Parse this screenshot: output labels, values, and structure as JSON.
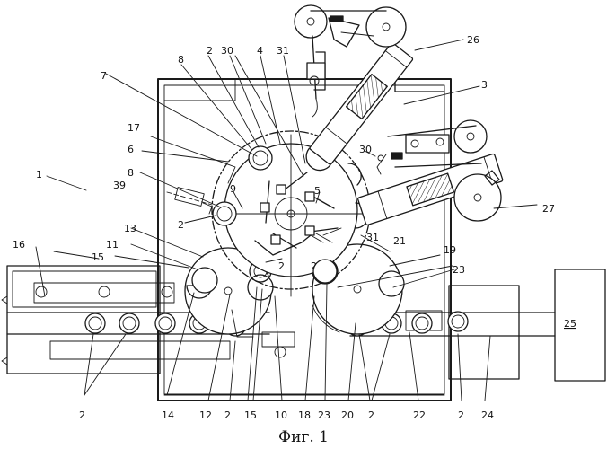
{
  "caption": "Фиг. 1",
  "labels": {
    "l1": "1",
    "l2a": "2",
    "l2b": "2",
    "l2c": "2",
    "l2d": "2",
    "l2e": "2",
    "l2f": "2",
    "l2g": "2",
    "l2h": "2",
    "l3": "3",
    "l4": "4",
    "l5": "5",
    "l6": "6",
    "l7": "7",
    "l8a": "8",
    "l8b": "8",
    "l9": "9",
    "l10": "10",
    "l11": "11",
    "l12": "12",
    "l13": "13",
    "l14": "14",
    "l15a": "15",
    "l15b": "15",
    "l16": "16",
    "l17": "17",
    "l18": "18",
    "l19": "19",
    "l20": "20",
    "l21": "21",
    "l22": "22",
    "l23a": "23",
    "l23b": "23",
    "l24": "24",
    "l25": "25",
    "l26": "26",
    "l27": "27",
    "l30a": "30",
    "l30b": "30",
    "l31a": "31",
    "l31b": "31",
    "l39": "39"
  }
}
